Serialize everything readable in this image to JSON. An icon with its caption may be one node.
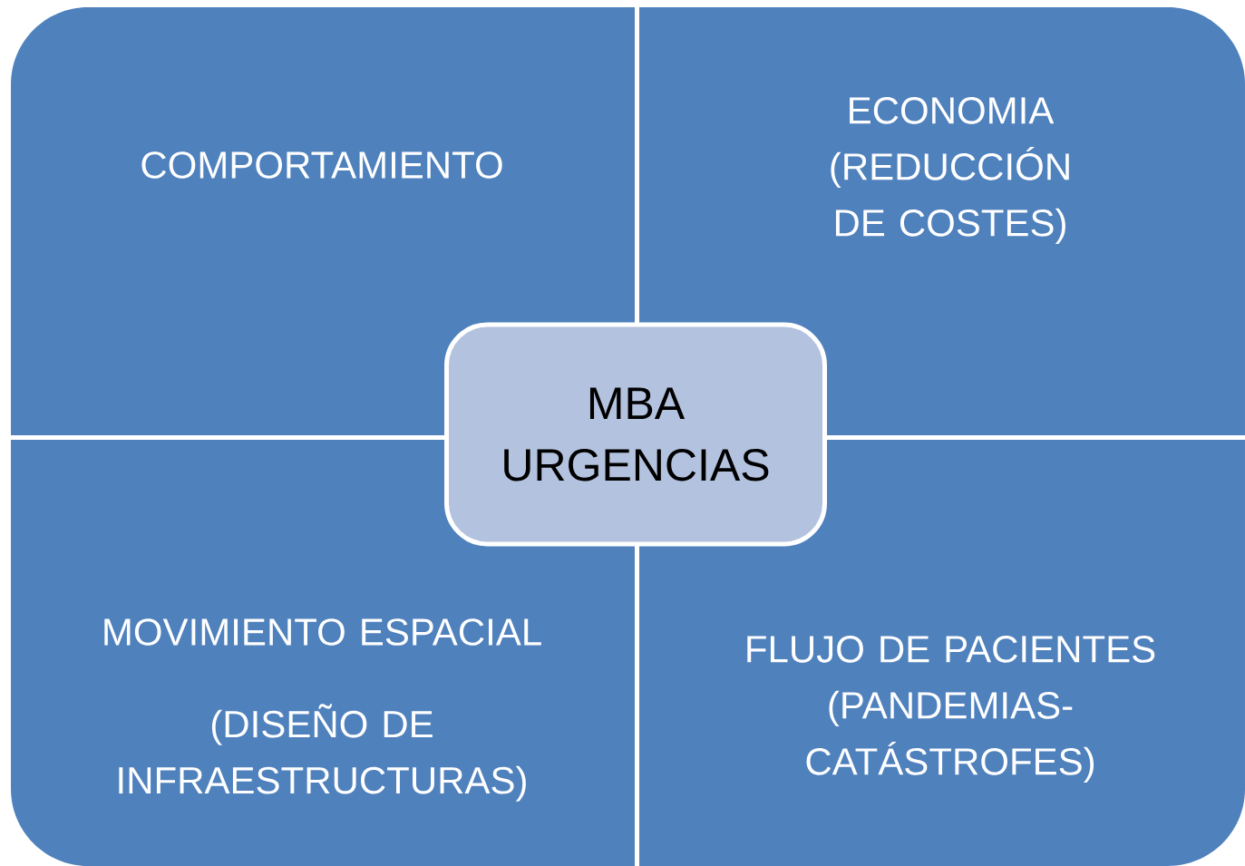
{
  "diagram": {
    "nodes": [
      {
        "text": [
          "COMPORTAMIENTO"
        ]
      },
      {
        "text": [
          "ECONOMIA (REDUCCIÓN DE COSTES)"
        ]
      },
      {
        "text": [
          "MOVIMIENTO ESPACIAL",
          "(DISEÑO DE INFRAESTRUCTURAS)"
        ]
      },
      {
        "text": [
          "FLUJO DE PACIENTES (PANDEMIAS- CATÁSTROFES)"
        ]
      },
      {
        "text": [
          "MBA URGENCIAS"
        ]
      }
    ]
  }
}
